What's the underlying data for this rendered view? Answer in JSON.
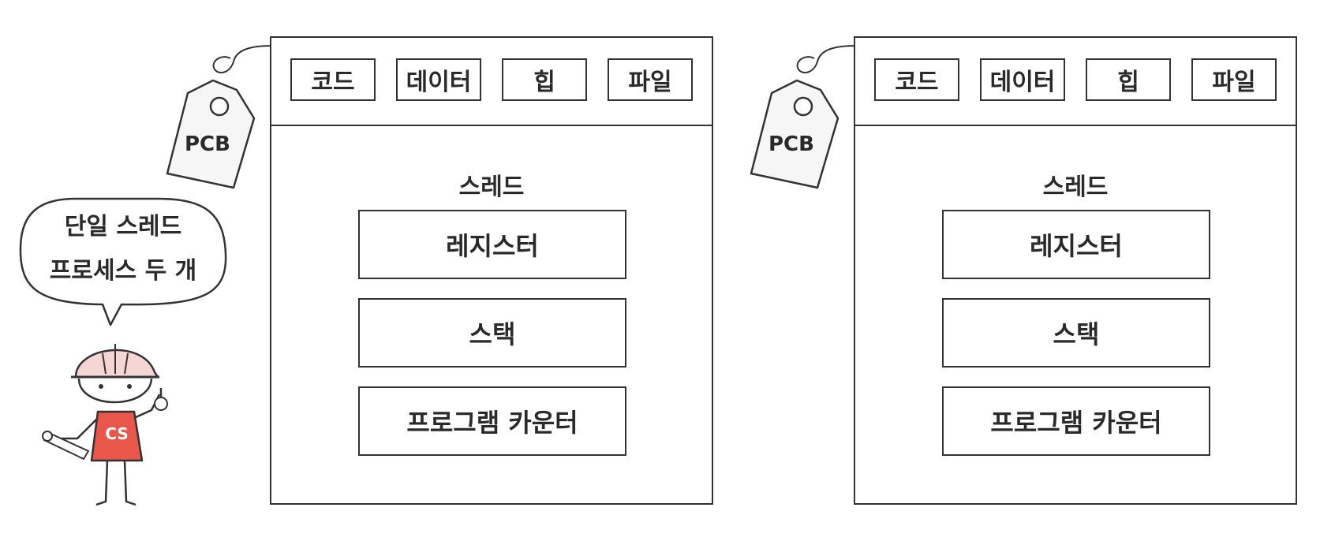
{
  "speech_bubble": {
    "line1": "단일 스레드",
    "line2": "프로세스 두 개"
  },
  "mascot": {
    "shirt_label": "CS",
    "shirt_color": "#e8574a",
    "helmet_color": "#f6d6d4"
  },
  "processes": [
    {
      "pcb_tag": "PCB",
      "segments": [
        "코드",
        "데이터",
        "힙",
        "파일"
      ],
      "thread": {
        "title": "스레드",
        "items": [
          "레지스터",
          "스택",
          "프로그램 카운터"
        ]
      }
    },
    {
      "pcb_tag": "PCB",
      "segments": [
        "코드",
        "데이터",
        "힙",
        "파일"
      ],
      "thread": {
        "title": "스레드",
        "items": [
          "레지스터",
          "스택",
          "프로그램 카운터"
        ]
      }
    }
  ]
}
